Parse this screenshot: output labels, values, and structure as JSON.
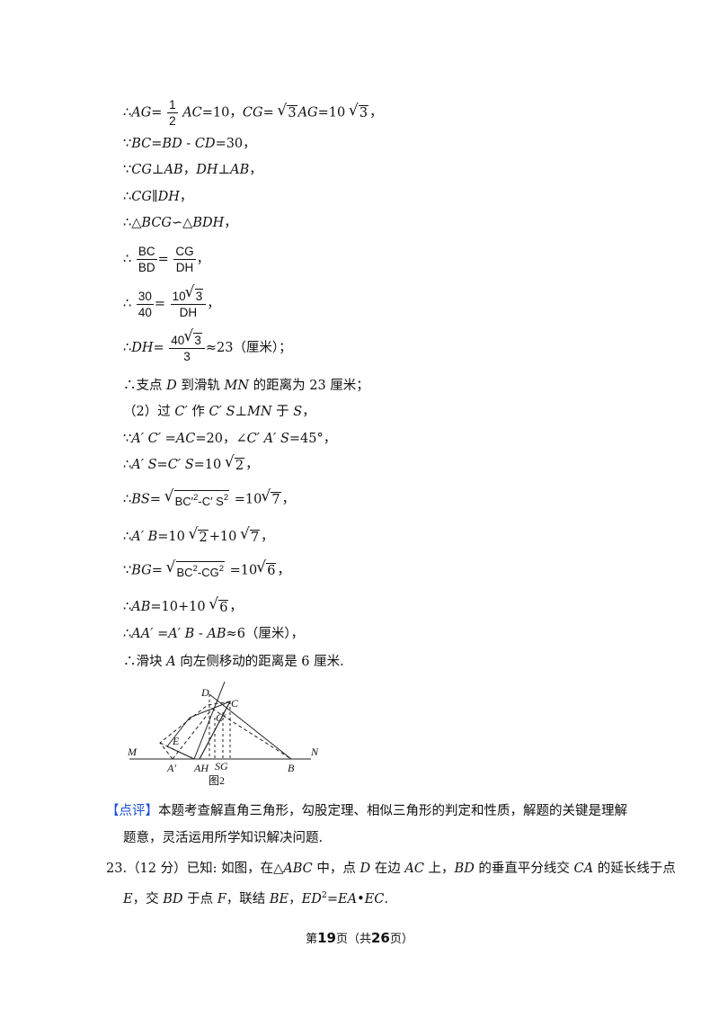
{
  "lines": {
    "l1": {
      "prefix": "∴",
      "ag": "AG",
      "eq1": "=",
      "fnum": "1",
      "fden": "2",
      "ac": "AC",
      "mid": "=10，",
      "cg": "CG",
      "eq2": "=",
      "r1": "3",
      "ag2": "AG",
      "eq3": "=10",
      "r2": "3",
      "end": "，"
    },
    "l2": {
      "prefix": "∵",
      "text1": "BC",
      "text2": "=",
      "text3": "BD",
      "text4": " - ",
      "text5": "CD",
      "text6": "=30，"
    },
    "l3": {
      "prefix": "∵",
      "a": "CG",
      "b": "⊥",
      "c": "AB",
      "d": "，",
      "e": "DH",
      "f": "⊥",
      "g": "AB",
      "h": "，"
    },
    "l4": {
      "prefix": "∴",
      "a": "CG",
      "b": "∥",
      "c": "DH",
      "d": "，"
    },
    "l5": {
      "prefix": "∴△",
      "a": "BCG",
      "b": "∽△",
      "c": "BDH",
      "d": "，"
    },
    "l6": {
      "prefix": "∴",
      "n1": "BC",
      "d1": "BD",
      "eq": "=",
      "n2": "CG",
      "d2": "DH",
      "end": "，"
    },
    "l7": {
      "prefix": "∴",
      "n1": "30",
      "d1": "40",
      "eq": "=",
      "n2a": "10",
      "n2r": "3",
      "d2": "DH",
      "end": "，"
    },
    "l8": {
      "prefix": "∴",
      "a": "DH",
      "eq": "=",
      "na": "40",
      "nr": "3",
      "d": "3",
      "end": "≈23（厘米）；"
    },
    "l9": {
      "prefix": "∴支点 ",
      "a": "D",
      "b": " 到滑轨 ",
      "c": "MN",
      "d": " 的距离为 23 厘米；"
    },
    "l10": {
      "a": "（2）过 ",
      "b": "C′",
      "c": " 作 ",
      "d": "C′ S",
      "e": "⊥",
      "f": "MN",
      "g": " 于 ",
      "h": "S",
      "i": "，"
    },
    "l11": {
      "prefix": "∵",
      "a": "A′ C′",
      "b": " =",
      "c": "AC",
      "d": "=20，∠",
      "e": "C′ A′ S",
      "f": "=45°，"
    },
    "l12": {
      "prefix": "∴",
      "a": "A′ S",
      "b": "=",
      "c": "C′ S",
      "d": "=10",
      "r": "2",
      "e": "，"
    },
    "l13": {
      "prefix": "∴",
      "a": "BS",
      "b": "=",
      "rad1": "BC′",
      "sup1": "2",
      "rad2": "-C′ S",
      "sup2": "2",
      "c": "=10",
      "r": "7",
      "d": "，"
    },
    "l14": {
      "prefix": "∴",
      "a": "A′ B",
      "b": "=10",
      "r1": "2",
      "c": "+10",
      "r2": "7",
      "d": "，"
    },
    "l15": {
      "prefix": "∵",
      "a": "BG",
      "b": "=",
      "rad1": "BC",
      "sup1": "2",
      "rad2": "-CG",
      "sup2": "2",
      "c": "=10",
      "r": "6",
      "d": "，"
    },
    "l16": {
      "prefix": "∴",
      "a": "AB",
      "b": "=10+10",
      "r": "6",
      "c": "，"
    },
    "l17": {
      "prefix": "∴",
      "a": "AA′",
      "b": " =",
      "c": "A′ B",
      "d": " - ",
      "e": "AB",
      "f": "≈6（厘米），"
    },
    "l18": {
      "prefix": "∴滑块 ",
      "a": "A",
      "b": " 向左侧移动的距离是 6 厘米."
    }
  },
  "figure": {
    "caption": "图2",
    "labels": {
      "D": "D",
      "C": "C",
      "Cp": "C′",
      "E": "E",
      "M": "M",
      "N": "N",
      "Ap": "A′",
      "AH": "AH",
      "SG": "SG",
      "B": "B"
    }
  },
  "comment": {
    "label": "【点评】",
    "text1": "本题考查解直角三角形，勾股定理、相似三角形的判定和性质，解题的关键是理解",
    "text2": "题意，灵活运用所学知识解决问题."
  },
  "problem": {
    "num": "23.",
    "points": "（12 分）",
    "t1": "已知: 如图，在△",
    "abc": "ABC",
    "t2": " 中，点 ",
    "d": "D",
    "t3": " 在边 ",
    "ac": "AC",
    "t4": " 上，",
    "bd": "BD",
    "t5": " 的垂直平分线交 ",
    "ca": "CA",
    "t6": " 的延长线于点",
    "e": "E",
    "t7": "，交 ",
    "bd2": "BD",
    "t8": " 于点 ",
    "f": "F",
    "t9": "，联结 ",
    "be": "BE",
    "t10": "，",
    "ed": "ED",
    "sup": "2",
    "t11": "=",
    "ea": "EA",
    "t12": "•",
    "ec": "EC",
    "t13": "."
  },
  "footer": {
    "pre": "第",
    "page": "19",
    "mid": "页（共",
    "total": "26",
    "post": "页）"
  }
}
